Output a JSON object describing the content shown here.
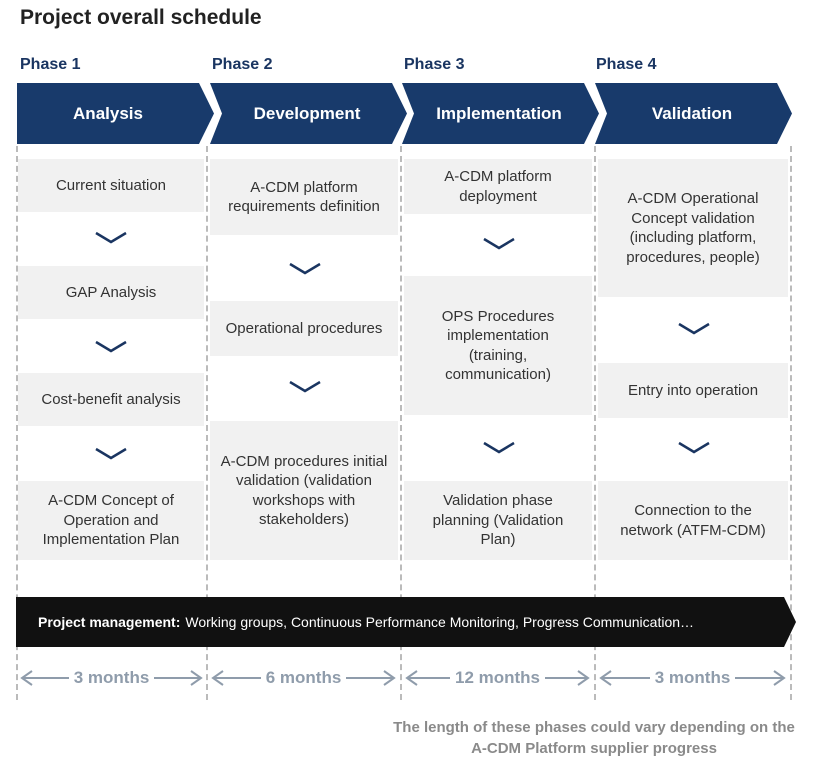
{
  "title": "Project overall schedule",
  "colors": {
    "phase_blue": "#183a6b",
    "pm_black": "#111111",
    "box_gray": "#f1f1f1",
    "duration_gray": "#8f9cab"
  },
  "phases": [
    {
      "label": "Phase 1",
      "name": "Analysis",
      "steps": [
        "Current situation",
        "GAP Analysis",
        "Cost-benefit analysis",
        "A-CDM Concept of Operation and Implementation Plan"
      ],
      "duration": "3 months"
    },
    {
      "label": "Phase 2",
      "name": "Development",
      "steps": [
        "A-CDM platform requirements definition",
        "Operational procedures",
        "A-CDM procedures initial validation (validation workshops with stakeholders)"
      ],
      "duration": "6 months"
    },
    {
      "label": "Phase 3",
      "name": "Implementation",
      "steps": [
        "A-CDM platform deployment",
        "OPS Procedures implementation (training, communication)",
        "Validation phase planning (Validation Plan)"
      ],
      "duration": "12 months"
    },
    {
      "label": "Phase 4",
      "name": "Validation",
      "steps": [
        "A-CDM Operational Concept validation (including platform, procedures, people)",
        "Entry into operation",
        "Connection to the network (ATFM-CDM)"
      ],
      "duration": "3 months"
    }
  ],
  "project_management": {
    "label": "Project management:",
    "text": "Working groups, Continuous Performance Monitoring, Progress Communication…"
  },
  "note": "The length of these phases could vary depending on the A-CDM Platform supplier progress"
}
